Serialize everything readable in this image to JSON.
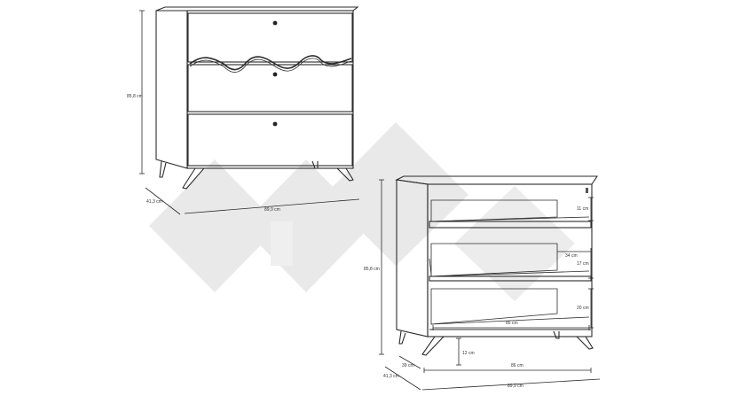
{
  "dimensions": {
    "front": {
      "height": "85,8 cm",
      "depth": "41,3 cm",
      "width": "89,9 cm"
    },
    "interior": {
      "height": "85,8 cm",
      "depth_outer": "41,3 cm",
      "depth_inner": "39 cm",
      "width_outer": "89,9 cm",
      "width_inner": "86 cm",
      "drawer_width": "85 cm",
      "drawer_depth": "34 cm",
      "top_drawer_height": "11 cm",
      "mid_drawer_height": "17 cm",
      "bottom_drawer_height": "20 cm",
      "leg_height": "12 cm"
    }
  },
  "colors": {
    "stroke": "#2b2b2b",
    "watermark": "#e6e6e6"
  }
}
